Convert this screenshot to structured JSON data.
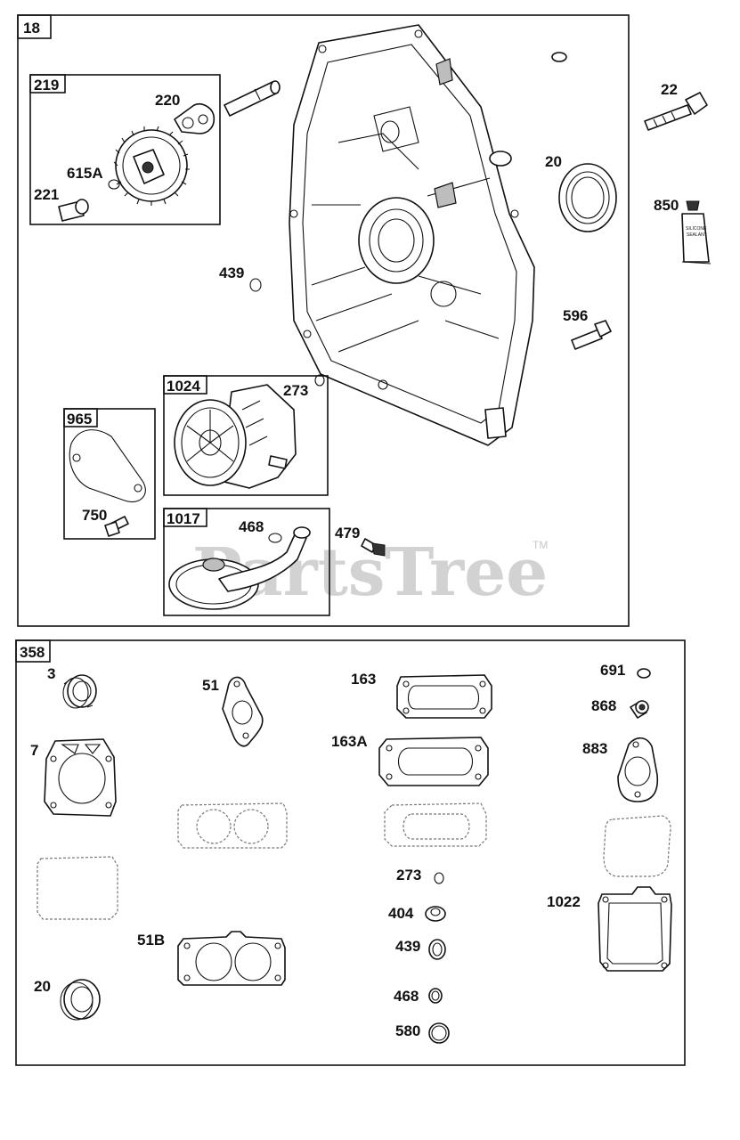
{
  "watermark": {
    "text": "PartsTree",
    "tm": "TM"
  },
  "sections": {
    "top_box_label": "18",
    "bottom_box_label": "358"
  },
  "subassemblies": {
    "s219": "219",
    "s1024": "1024",
    "s965": "965",
    "s1017": "1017"
  },
  "callouts": {
    "c220": "220",
    "c615a": "615A",
    "c221": "221",
    "c439_top": "439",
    "c273_top": "273",
    "c750": "750",
    "c468_top": "468",
    "c479": "479",
    "c22": "22",
    "c20_top": "20",
    "c850": "850",
    "c596": "596",
    "c3": "3",
    "c51": "51",
    "c163": "163",
    "c163a": "163A",
    "c691": "691",
    "c868": "868",
    "c7": "7",
    "c883": "883",
    "c273_bot": "273",
    "c404": "404",
    "c439_bot": "439",
    "c1022": "1022",
    "c51b": "51B",
    "c468_bot": "468",
    "c20_bot": "20",
    "c580": "580"
  },
  "tube_text": {
    "line1": "SILICONE",
    "line2": "SEALANT"
  }
}
